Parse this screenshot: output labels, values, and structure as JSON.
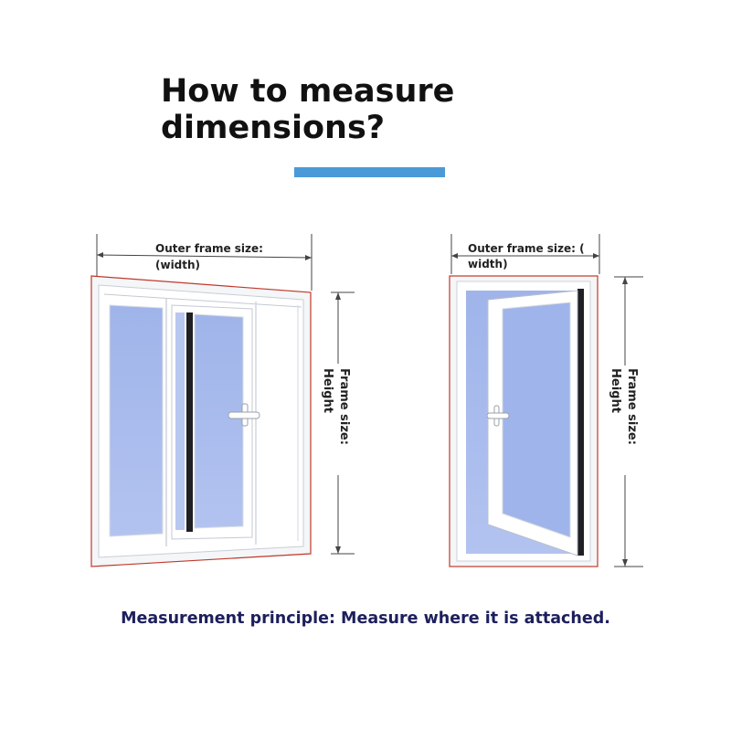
{
  "title": {
    "line1": "How to measure",
    "line2": "dimensions?"
  },
  "colors": {
    "accent_bar": "#4b9ad8",
    "frame_outline": "#c0392b",
    "glass": "#a9bcec",
    "frame": "#ffffff",
    "principle_text": "#1d1f5c",
    "dimension_line": "#333333"
  },
  "left_window": {
    "type": "sliding-window",
    "width_label_line1": "Outer frame size:",
    "width_label_line2": "(width)",
    "height_label_line1": "Frame size:",
    "height_label_line2": "Height"
  },
  "right_window": {
    "type": "casement-window-open",
    "width_label_line1": "Outer frame size: (",
    "width_label_line2": "width)",
    "height_label_line1": "Frame size:",
    "height_label_line2": "Height"
  },
  "principle": "Measurement principle: Measure where it is attached."
}
